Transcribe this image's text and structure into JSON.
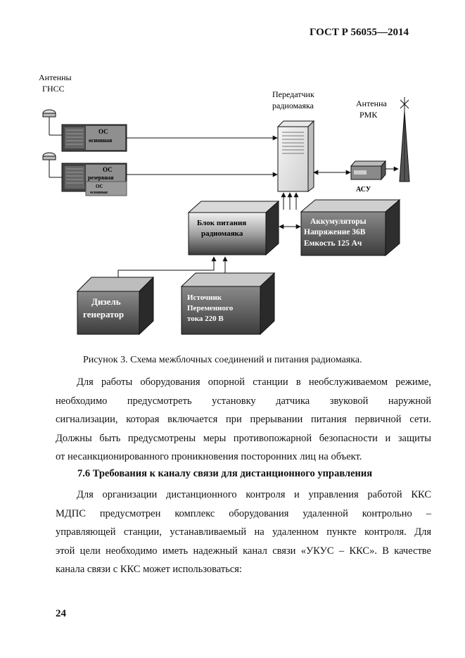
{
  "header": {
    "standard_code": "ГОСТ Р 56055—2014"
  },
  "diagram": {
    "labels": {
      "gnss_antennas": [
        "Антенны",
        "ГНСС"
      ],
      "transmitter": [
        "Передатчик",
        "радиомаяка"
      ],
      "rmk_antenna": [
        "Антенна",
        "РМК"
      ],
      "asu": "АСУ",
      "os_main": [
        "ОС",
        "основная"
      ],
      "os_reserve": [
        "ОС",
        "резервная"
      ],
      "os_main_small": [
        "ОС",
        "основная"
      ],
      "power_unit": [
        "Блок питания",
        "радиомаяка"
      ],
      "batteries": [
        "Аккумуляторы",
        "Напряжение 36В",
        "Емкость 125 Ач"
      ],
      "diesel": [
        "Дизель",
        "генератор"
      ],
      "ac_source": [
        "Источник",
        "Переменного",
        "тока 220 В"
      ]
    }
  },
  "figure_caption": "Рисунок 3. Схема межблочных соединений и питания радиомаяка.",
  "paragraph1": [
    "Для работы оборудования опорной станции в необслуживаемом режиме,",
    "необходимо предусмотреть установку датчика звуковой наружной",
    "сигнализации, которая включается при прерывании питания первичной сети.",
    "Должны быть предусмотрены меры противопожарной безопасности и защиты",
    "от несанкционированного проникновения посторонних лиц на объект."
  ],
  "section_heading": "7.6 Требования к каналу связи для дистанционного управления",
  "paragraph2": [
    "Для организации дистанционного контроля и управления работой ККС",
    "МДПС предусмотрен комплекс оборудования удаленной контрольно –",
    "управляющей станции, устанавливаемый на удаленном пункте контроля. Для",
    "этой цели необходимо иметь надежный канал связи «УКУС – ККС». В качестве",
    "канала связи с ККС может использоваться:"
  ],
  "page_number": "24"
}
